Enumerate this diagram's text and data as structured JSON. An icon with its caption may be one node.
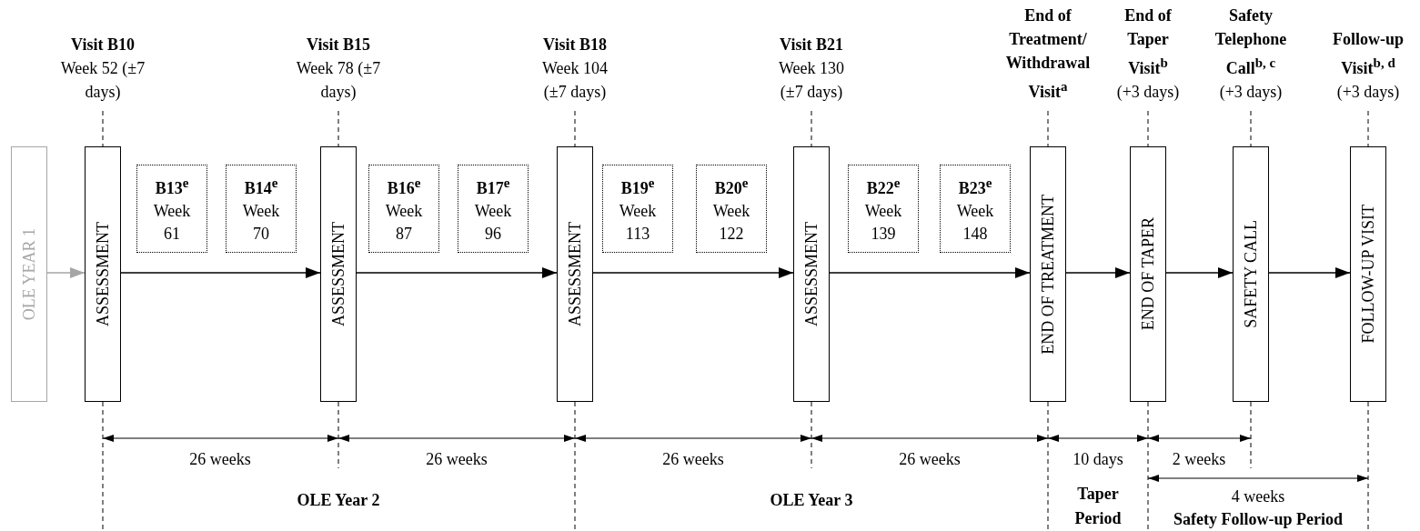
{
  "diagram": {
    "nodes": [
      {
        "text": [
          "OLE YEAR 1"
        ]
      },
      {
        "text": [
          "Visit B10",
          "Week 52 (±7 days)",
          "ASSESSMENT"
        ]
      },
      {
        "text": [
          "B13$^{e}$",
          "Week 61"
        ]
      },
      {
        "text": [
          "B14$^{e}$",
          "Week 70"
        ]
      },
      {
        "text": [
          "Visit B15",
          "Week 78 (±7 days)",
          "ASSESSMENT"
        ]
      },
      {
        "text": [
          "B16$^{e}$",
          "Week 87"
        ]
      },
      {
        "text": [
          "B17$^{e}$",
          "Week 96"
        ]
      },
      {
        "text": [
          "Visit B18",
          "Week 104 (±7 days)",
          "ASSESSMENT"
        ]
      },
      {
        "text": [
          "B19$^{e}$",
          "Week 113"
        ]
      },
      {
        "text": [
          "B20$^{e}$",
          "Week 122"
        ]
      },
      {
        "text": [
          "Visit B21",
          "Week 130 (±7 days)",
          "ASSESSMENT"
        ]
      },
      {
        "text": [
          "B22$^{e}$",
          "Week 139"
        ]
      },
      {
        "text": [
          "B23$^{e}$",
          "Week 148"
        ]
      },
      {
        "text": [
          "End of Treatment/ Withdrawal Visit$^{a}$",
          "END OF TREATMENT"
        ]
      },
      {
        "text": [
          "End of Taper Visit$^{b}$",
          "(+3 days)",
          "END OF TAPER"
        ]
      },
      {
        "text": [
          "Safety Telephone Call$^{b, c}$",
          "(+3 days)",
          "SAFETY CALL"
        ]
      },
      {
        "text": [
          "Follow-up Visit$^{b, d}$",
          "(+3 days)",
          "FOLLOW-UP VISIT"
        ]
      }
    ],
    "edges": [
      {
        "from": 0,
        "to": 1,
        "arrow": "to",
        "color": "#a6a6a6"
      },
      {
        "from": 1,
        "to": 4,
        "arrow": "to"
      },
      {
        "from": 4,
        "to": 7,
        "arrow": "to"
      },
      {
        "from": 7,
        "to": 10,
        "arrow": "to"
      },
      {
        "from": 10,
        "to": 13,
        "arrow": "to"
      },
      {
        "from": 13,
        "to": 14,
        "arrow": "to"
      },
      {
        "from": 14,
        "to": 15,
        "arrow": "to"
      },
      {
        "from": 15,
        "to": 16,
        "arrow": "to"
      }
    ],
    "labels": [
      "26 weeks",
      "26 weeks",
      "26 weeks",
      "26 weeks",
      "10 days",
      "2 weeks",
      "OLE Year 2",
      "OLE Year 3",
      "Taper Period",
      "4 weeks",
      "Safety Follow-up Period"
    ]
  }
}
